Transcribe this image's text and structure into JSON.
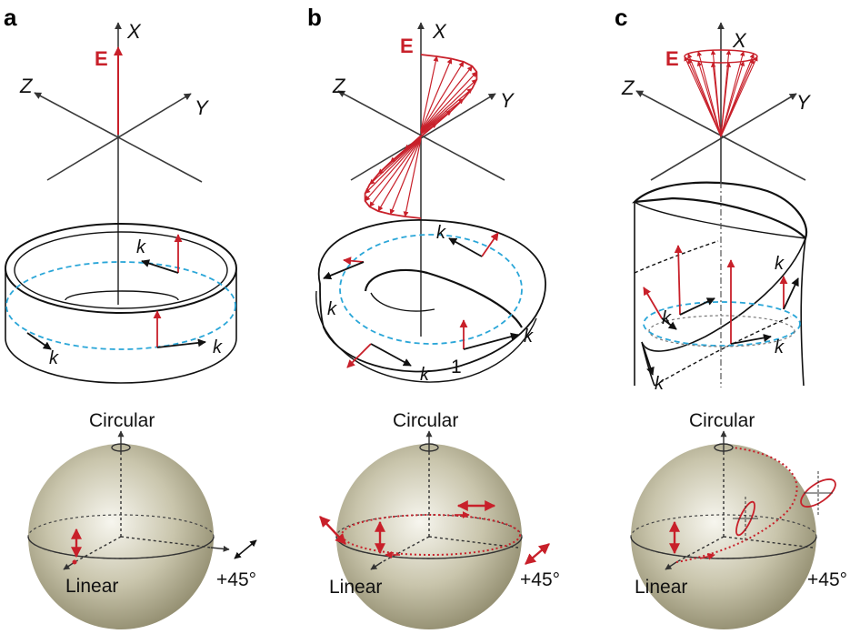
{
  "panels": [
    {
      "label": "a",
      "axis_x": "X",
      "axis_y": "Y",
      "axis_z": "Z",
      "field": "E",
      "k": "k",
      "sphere_top": "Circular",
      "sphere_left": "Linear",
      "sphere_right": "+45°"
    },
    {
      "label": "b",
      "axis_x": "X",
      "axis_y": "Y",
      "axis_z": "Z",
      "field": "E",
      "k": "k",
      "marker": "1",
      "sphere_top": "Circular",
      "sphere_left": "Linear",
      "sphere_right": "+45°"
    },
    {
      "label": "c",
      "axis_x": "X",
      "axis_y": "Y",
      "axis_z": "Z",
      "field": "E",
      "k": "k",
      "sphere_top": "Circular",
      "sphere_left": "Linear",
      "sphere_right": "+45°"
    }
  ],
  "colors": {
    "field": "#c8202a",
    "path": "#2aa6d8",
    "axes": "#3a3a3a",
    "sphere_light": "#f6f5ee",
    "sphere_dark": "#8f8a6c"
  }
}
